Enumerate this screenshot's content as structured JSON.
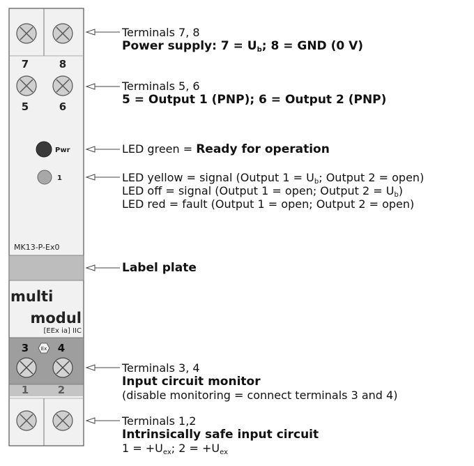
{
  "device": {
    "model": "MK13-P-Ex0",
    "brand_line1": "multi",
    "brand_line2": "modul",
    "approval": "[EEx ia] IIC",
    "ex_mark": "Ex",
    "term_7": "7",
    "term_8": "8",
    "term_5": "5",
    "term_6": "6",
    "term_3": "3",
    "term_4": "4",
    "term_1": "1",
    "term_2": "2",
    "led_pwr_label": "Pwr",
    "led_1_label": "1"
  },
  "annotations": {
    "t78_title": "Terminals 7, 8",
    "t78_desc_a": "Power supply: 7 = U",
    "t78_desc_sub": "b",
    "t78_desc_b": "; 8 = GND (0 V)",
    "t56_title": "Terminals 5, 6",
    "t56_desc": "5 = Output 1 (PNP); 6 = Output 2 (PNP)",
    "led_green_prefix": "LED green = ",
    "led_green_bold": "Ready for operation",
    "led_yellow_a": "LED yellow = signal (Output 1 = U",
    "led_yellow_sub": "b",
    "led_yellow_b": "; Output 2 = open)",
    "led_off_a": "LED off = signal (Output 1 = open; Output 2 = U",
    "led_off_sub": "b",
    "led_off_b": ")",
    "led_red": "LED red = fault (Output 1 = open; Output 2 = open)",
    "label_plate": "Label plate",
    "t34_title": "Terminals 3, 4",
    "t34_bold": "Input circuit monitor",
    "t34_note": "(disable monitoring = connect terminals 3 and 4)",
    "t12_title": "Terminals 1,2",
    "t12_bold": "Intrinsically safe input circuit",
    "t12_a": "1 = +U",
    "t12_sub1": "ex",
    "t12_b": "; 2 = +U",
    "t12_sub2": "ex"
  },
  "colors": {
    "housing": "#f1f1f1",
    "outline": "#555555",
    "label_plate": "#bdbdbd",
    "ex_section": "#9e9e9e",
    "led_pwr": "#3a3a3a",
    "led_1": "#a8a8a8"
  }
}
